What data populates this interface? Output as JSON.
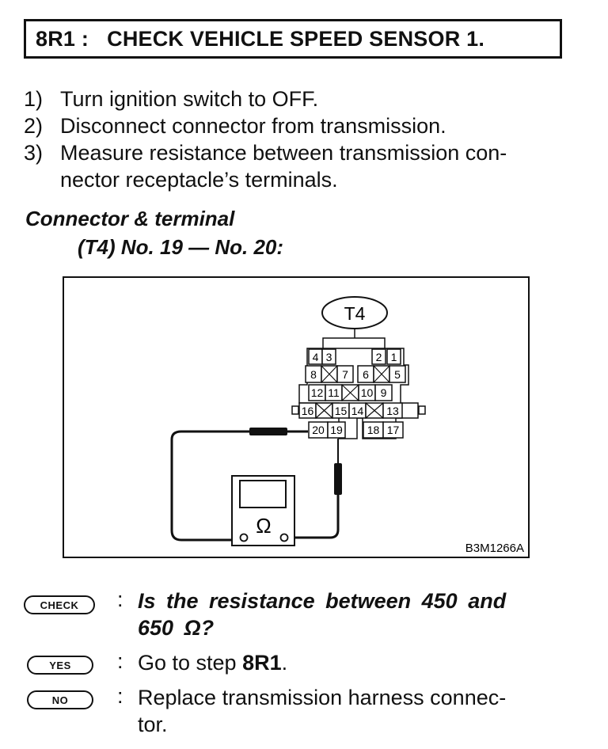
{
  "title": "8R1 :   CHECK VEHICLE SPEED SENSOR 1.",
  "steps": [
    {
      "num": "1)",
      "text": "Turn ignition switch to OFF."
    },
    {
      "num": "2)",
      "text": "Disconnect connector from transmission."
    },
    {
      "num": "3)",
      "text": "Measure resistance between transmission con-\nnector receptacle’s terminals."
    }
  ],
  "connector_label": {
    "line1": "Connector & terminal",
    "line2": "(T4) No. 19 — No. 20:"
  },
  "diagram": {
    "connector_id": "T4",
    "meter_symbol": "Ω",
    "figure_code": "B3M1266A",
    "terminals": [
      "4",
      "3",
      "2",
      "1",
      "8",
      "7",
      "6",
      "5",
      "12",
      "11",
      "10",
      "9",
      "16",
      "15",
      "14",
      "13",
      "20",
      "19",
      "18",
      "17"
    ]
  },
  "check": {
    "badge": "CHECK",
    "colon": ":",
    "question_l1": "Is the resistance between 450 and",
    "question_l2": "650 Ω?"
  },
  "yes": {
    "badge": "YES",
    "colon": ":",
    "text_prefix": "Go to step ",
    "text_bold": "8R1",
    "text_suffix": "."
  },
  "no": {
    "badge": "NO",
    "colon": ":",
    "text_l1": "Replace transmission harness connec-",
    "text_l2": "tor."
  }
}
